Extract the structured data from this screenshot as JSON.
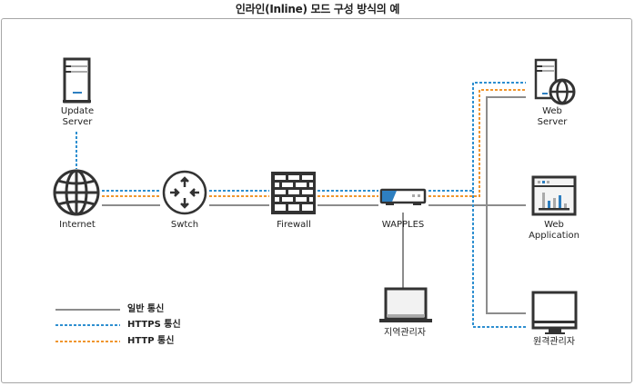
{
  "title": "인라인(Inline) 모드 구성 방식의 예",
  "colors": {
    "normal": "#8c8c8c",
    "https": "#2e8fd0",
    "http": "#f0962e",
    "icon": "#333333",
    "accent": "#2e7fc0"
  },
  "nodes": {
    "update_server": {
      "icon": "server-icon",
      "label_line1": "Update",
      "label_line2": "Server"
    },
    "internet": {
      "icon": "globe-icon",
      "label": "Internet"
    },
    "switch": {
      "icon": "switch-icon",
      "label": "Swtch"
    },
    "firewall": {
      "icon": "firewall-icon",
      "label": "Firewall"
    },
    "wapples": {
      "icon": "appliance-icon",
      "label": "WAPPLES"
    },
    "local_admin": {
      "icon": "laptop-icon",
      "label": "지역관리자"
    },
    "web_server": {
      "icon": "web-server-icon",
      "label_line1": "Web",
      "label_line2": "Server"
    },
    "web_application": {
      "icon": "web-app-icon",
      "label_line1": "Web",
      "label_line2": "Application"
    },
    "remote_admin": {
      "icon": "monitor-icon",
      "label": "원격관리자"
    }
  },
  "legend": [
    {
      "style": "solid",
      "color": "#8c8c8c",
      "label": "일반 통신"
    },
    {
      "style": "dotted",
      "color": "#2e8fd0",
      "label": "HTTPS 통신"
    },
    {
      "style": "dotted",
      "color": "#f0962e",
      "label": "HTTP 통신"
    }
  ]
}
